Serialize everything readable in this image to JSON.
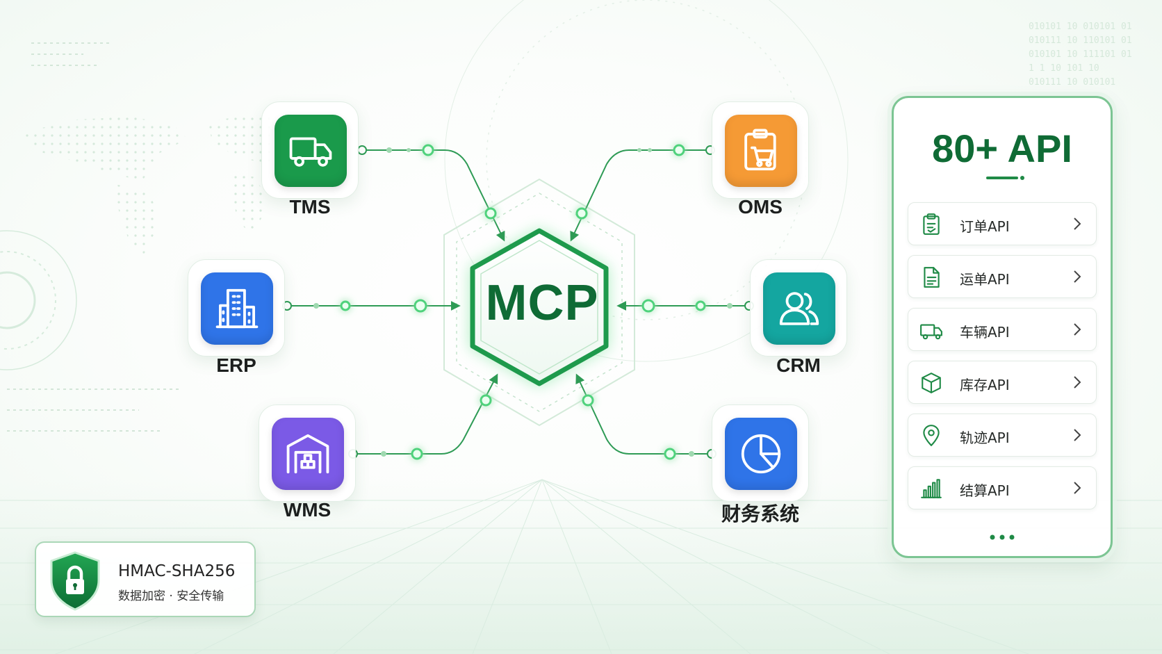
{
  "center": {
    "label": "MCP"
  },
  "systems": [
    {
      "id": "tms",
      "label": "TMS",
      "color": "#1a9a4b",
      "icon": "truck-icon"
    },
    {
      "id": "oms",
      "label": "OMS",
      "color": "#f59a35",
      "icon": "clipboard-cart-icon"
    },
    {
      "id": "erp",
      "label": "ERP",
      "color": "#2f74e8",
      "icon": "building-icon"
    },
    {
      "id": "crm",
      "label": "CRM",
      "color": "#14a6a0",
      "icon": "users-icon"
    },
    {
      "id": "wms",
      "label": "WMS",
      "color": "#7b5ae6",
      "icon": "warehouse-icon"
    },
    {
      "id": "finance",
      "label": "财务系统",
      "color": "#2f74e8",
      "icon": "pie-chart-icon"
    }
  ],
  "api_panel": {
    "title": "80+ API",
    "items": [
      {
        "label": "订单API",
        "icon": "order-clipboard-icon"
      },
      {
        "label": "运单API",
        "icon": "waybill-document-icon"
      },
      {
        "label": "车辆API",
        "icon": "vehicle-truck-icon"
      },
      {
        "label": "库存API",
        "icon": "inventory-box-icon"
      },
      {
        "label": "轨迹API",
        "icon": "location-pin-icon"
      },
      {
        "label": "结算API",
        "icon": "bar-chart-icon"
      }
    ],
    "more_icon": "more-dots-icon"
  },
  "security": {
    "title": "HMAC-SHA256",
    "subtitle": "数据加密 · 安全传输",
    "icon": "shield-lock-icon"
  },
  "colors": {
    "brand_green": "#0f6b35",
    "accent_green": "#1f8a46",
    "link_green": "#2e9b55",
    "glow_green": "#5fe08a"
  }
}
